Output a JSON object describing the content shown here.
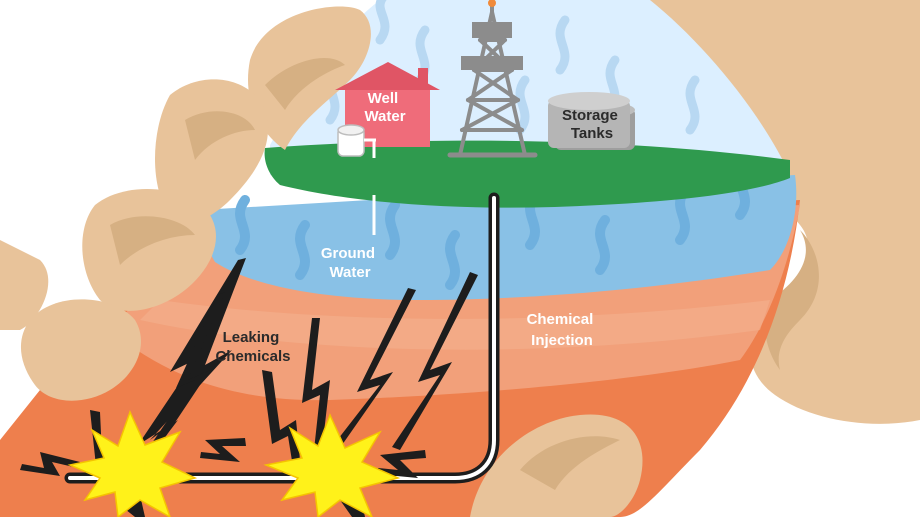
{
  "labels": {
    "well_water": [
      "Well",
      "Water"
    ],
    "storage_tanks": [
      "Storage",
      "Tanks"
    ],
    "ground_water": [
      "Ground",
      "Water"
    ],
    "leaking_chemicals": [
      "Leaking",
      "Chemicals"
    ],
    "chemical_injection": [
      "Chemical",
      "Injection"
    ]
  },
  "colors": {
    "background": "#ffffff",
    "hand": "#e8c39a",
    "hand_shadow": "#cfa67a",
    "sky": "#dcefff",
    "grass": "#2f9a4e",
    "ground_water": "#89c1e6",
    "rock_upper": "#f2a07a",
    "rock_lower": "#ee7f4d",
    "well_house": "#ef6c7a",
    "tank": "#a8a8a8",
    "rig": "#8c8c8c",
    "pipe": "#1d1d1d",
    "explosion": "#fff21a",
    "label_light": "#ffffff",
    "label_dark": "#2b2b2b",
    "label_rock": "#2b2b2b"
  },
  "icons": [
    "hand-shape",
    "drilling-rig-icon",
    "well-house-icon",
    "storage-tank-icon",
    "water-tank-icon",
    "explosion-icon",
    "crack-icon",
    "injection-pipe"
  ]
}
